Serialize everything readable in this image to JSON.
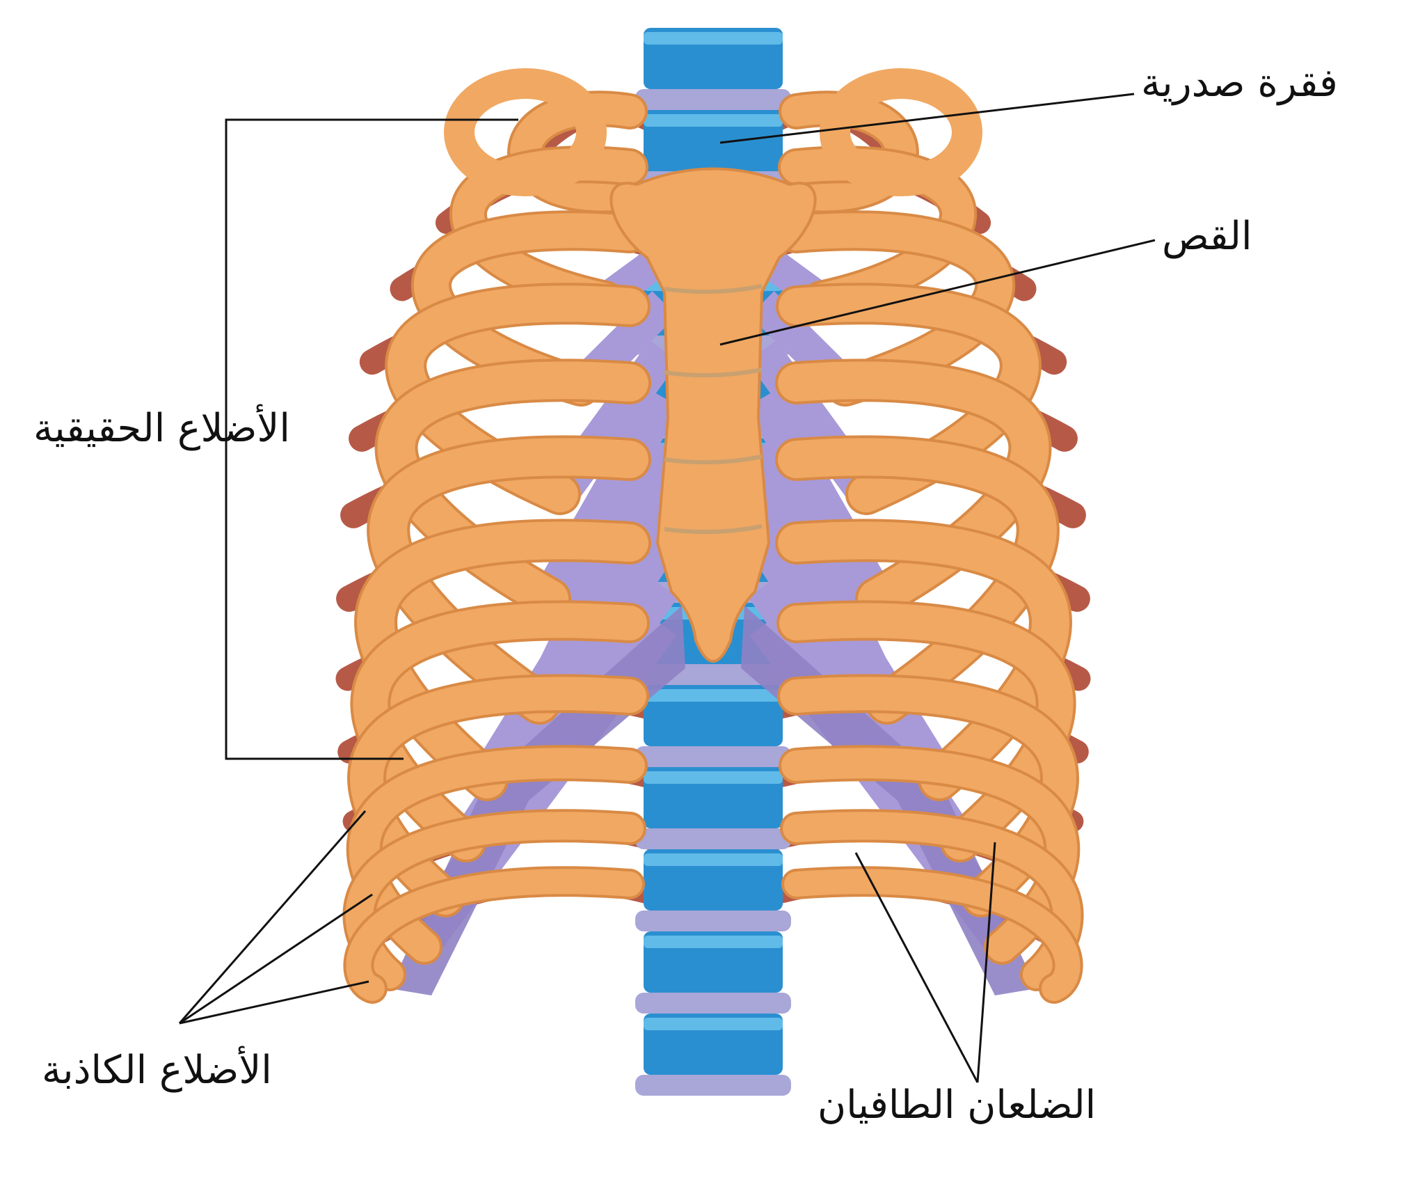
{
  "labels": {
    "thoracic_vertebra": "فقرة صدرية",
    "sternum": "القص",
    "true_ribs": "الأضلاع الحقيقية",
    "false_ribs": "الأضلاع الكاذبة",
    "floating_ribs": "الضلعان الطافيان"
  },
  "colors": {
    "bone": "#f0a862",
    "bone_edge": "#d98a45",
    "bone_shadow": "#b65a47",
    "cartilage": "#a89ad8",
    "cartilage_dark": "#8f82c4",
    "vertebra_body": "#2a8fd0",
    "vertebra_light": "#6fc6ee",
    "vertebra_disc": "#a9a6d8",
    "leader_line": "#111111"
  }
}
